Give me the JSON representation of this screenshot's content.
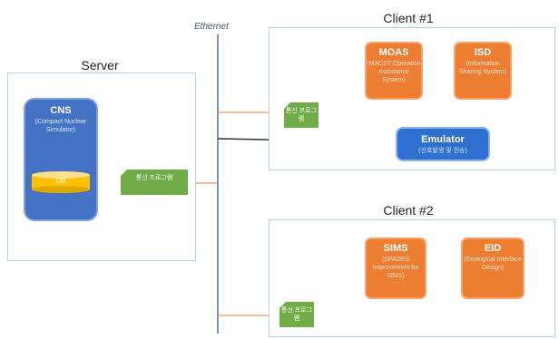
{
  "network": {
    "bus_label": "Ethernet"
  },
  "server": {
    "title": "Server",
    "cns": {
      "label": "CNS",
      "sublabel": "(Compact Nuclear Simulator)",
      "db_label": "DB"
    },
    "comm_module": "통신 프로그램"
  },
  "client1": {
    "title": "Client #1",
    "moas": {
      "label": "MOAS",
      "sublabel": "(MACST Operation Assistance System)"
    },
    "isd": {
      "label": "ISD",
      "sublabel": "(Information Sharing System)"
    },
    "emulator": {
      "label": "Emulator",
      "sublabel": "(신호발생 및 전송)"
    },
    "comm_module": "통신 프로그램"
  },
  "client2": {
    "title": "Client #2",
    "sims": {
      "label": "SIMS",
      "sublabel": "(SPADES Improvement for SIMS)"
    },
    "eid": {
      "label": "EID",
      "sublabel": "(Ecological Interface Design)"
    },
    "comm_module": "통신 프로그램"
  },
  "colors": {
    "orange": "#ed7d31",
    "blue": "#4472c4",
    "emulator": "#2e6fd0",
    "green": "#70ad47",
    "db": "#ffc000",
    "bus": "#4472c4",
    "link": "#ed7d31"
  }
}
